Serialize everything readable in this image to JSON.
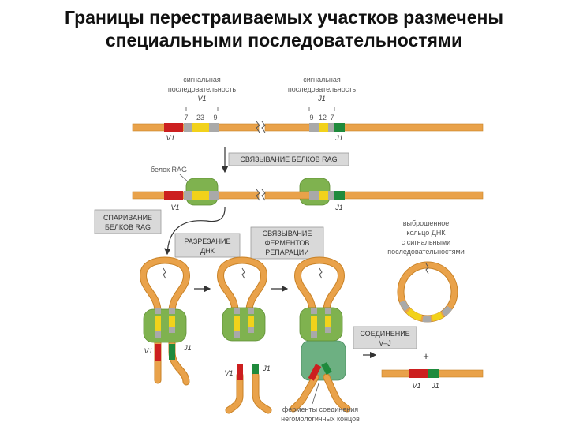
{
  "title": {
    "line1": "Границы перестраиваемых участков размечены",
    "line2": "специальными последовательностями"
  },
  "labels": {
    "signal_seq_line1": "сигнальная",
    "signal_seq_line2": "последовательность",
    "v1": "V1",
    "j1": "J1",
    "spacer_7": "7",
    "spacer_23": "23",
    "spacer_9": "9",
    "spacer_12": "12",
    "rag_protein": "белок RAG",
    "ring_line1": "выброшенное",
    "ring_line2": "кольцо ДНК",
    "ring_line3": "с сигнальными",
    "ring_line4": "последовательностями",
    "enzymes_line1": "ферменты соединения",
    "enzymes_line2": "негомологичных концов",
    "plus": "+"
  },
  "steps": {
    "rag_binding": "СВЯЗЫВАНИЕ БЕЛКОВ RAG",
    "pairing_line1": "СПАРИВАНИЕ",
    "pairing_line2": "БЕЛКОВ RAG",
    "cut_line1": "РАЗРЕЗАНИЕ",
    "cut_line2": "ДНК",
    "repair_line1": "СВЯЗЫВАНИЕ",
    "repair_line2": "ФЕРМЕНТОВ",
    "repair_line3": "РЕПАРАЦИИ",
    "join_line1": "СОЕДИНЕНИЕ",
    "join_line2": "V–J"
  },
  "colors": {
    "dna": "#e9a24a",
    "dna_dark": "#c98226",
    "v_segment": "#cc1f1f",
    "j_segment": "#1f8a3c",
    "heptamer_nonamer": "#a9a9a9",
    "spacer": "#f2d21b",
    "rag_protein": "#7fb24f",
    "repair_enzyme": "#6db082",
    "step_box": "#d9d9d9"
  }
}
